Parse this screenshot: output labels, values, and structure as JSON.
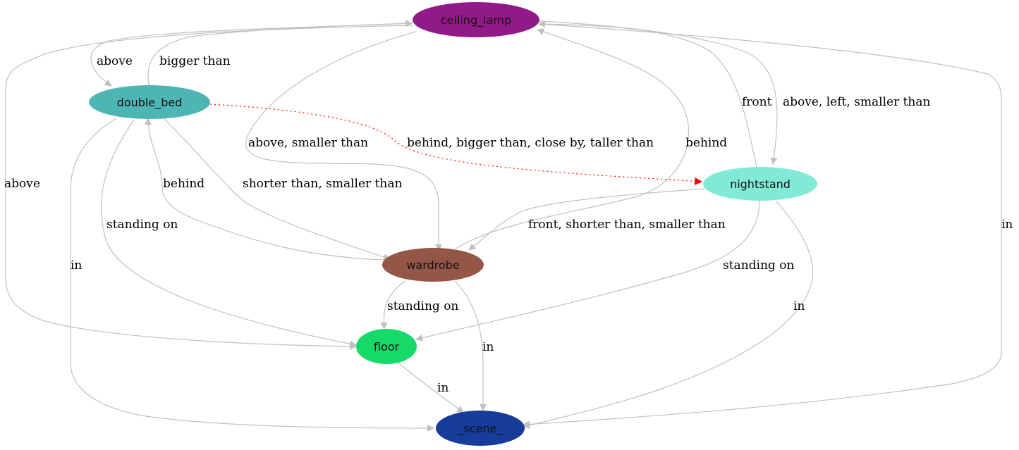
{
  "colors": {
    "ceiling_lamp": "#921a88",
    "double_bed": "#4db6b4",
    "nightstand": "#80ead6",
    "wardrobe": "#945646",
    "floor": "#17d96a",
    "scene": "#183c9a",
    "edge": "#c0c0c0",
    "highlight_edge": "#ff0000"
  },
  "nodes": {
    "ceiling_lamp": "ceiling_lamp",
    "double_bed": "double_bed",
    "nightstand": "nightstand",
    "wardrobe": "wardrobe",
    "floor": "floor",
    "scene": "_scene_"
  },
  "edges": {
    "lamp_above_bed": "above",
    "bed_bigger_lamp": "bigger than",
    "lamp_above_floor": "above",
    "lamp_above_wardrobe": "above, smaller than",
    "bed_behind_nightstand": "behind, bigger than, close by, taller than",
    "wardrobe_behind_lamp": "behind",
    "nightstand_front_lamp": "front",
    "lamp_above_nightstand": "above, left, smaller than",
    "wardrobe_behind_bed": "behind",
    "bed_shorter_wardrobe": "shorter than, smaller than",
    "nightstand_front_wardrobe": "front, shorter than, smaller than",
    "bed_standing_floor": "standing on",
    "bed_in_scene": "in",
    "lamp_in_scene": "in",
    "nightstand_standing_floor": "standing on",
    "nightstand_in_scene": "in",
    "wardrobe_standing_floor": "standing on",
    "wardrobe_in_scene": "in",
    "floor_in_scene": "in"
  }
}
